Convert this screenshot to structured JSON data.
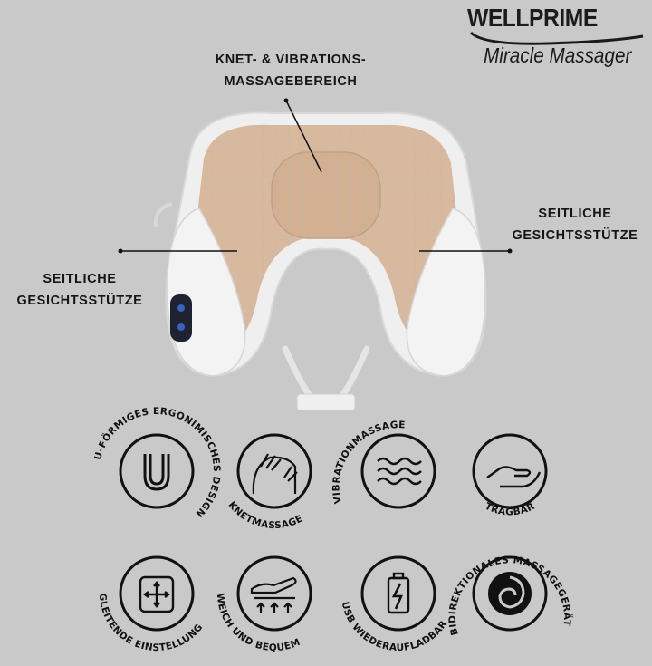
{
  "brand": {
    "name": "WELLPRIME",
    "product": "Miracle Massager"
  },
  "callouts": {
    "top_line1": "KNET- & VIBRATIONS-",
    "top_line2": "MASSAGEBEREICH",
    "right_line1": "SEITLICHE",
    "right_line2": "GESICHTSSTÜTZE",
    "left_line1": "SEITLICHE",
    "left_line2": "GESICHTSSTÜTZE"
  },
  "features": [
    {
      "label": "U-FÖRMIGES ERGONIMISCHES DESIGN",
      "icon": "u-shape-icon"
    },
    {
      "label": "KNETMASSAGE",
      "icon": "hands-massage-icon"
    },
    {
      "label": "VIBRATIONMASSAGE",
      "icon": "waves-icon"
    },
    {
      "label": "TRAGBAR",
      "icon": "hand-carry-icon"
    },
    {
      "label": "GLEITENDE EINSTELLUNG",
      "icon": "remote-arrows-icon"
    },
    {
      "label": "WEICH UND BEQUEM",
      "icon": "soft-cushion-icon"
    },
    {
      "label": "USB WIEDERAUFLADBAR",
      "icon": "battery-icon"
    },
    {
      "label": "BIDIREKTIONALES MASSAGEGERÄT",
      "icon": "swirl-icon"
    }
  ],
  "colors": {
    "background": "#c9c9c9",
    "pillow_fabric": "#d9b99d",
    "pillow_shell": "#f2f2f2",
    "text": "#151515"
  }
}
